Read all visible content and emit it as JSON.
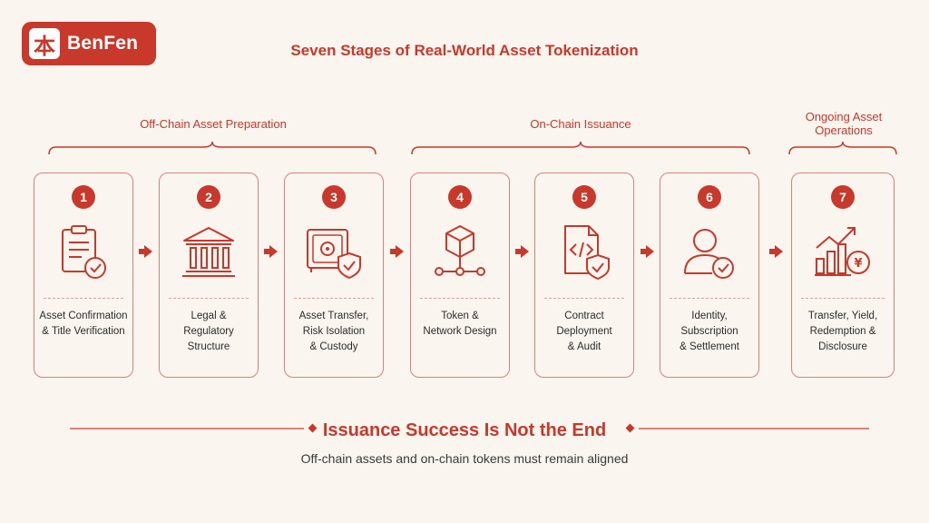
{
  "brand": {
    "mark": "本",
    "name": "BenFen"
  },
  "title": "Seven Stages of Real-World Asset Tokenization",
  "groups": [
    {
      "label": "Off-Chain Asset Preparation"
    },
    {
      "label": "On-Chain Issuance"
    },
    {
      "label": "Ongoing Asset\nOperations"
    }
  ],
  "steps": [
    {
      "number": "1",
      "label": "Asset Confirmation\n& Title Verification",
      "icon": "clipboard-check-icon"
    },
    {
      "number": "2",
      "label": "Legal &\nRegulatory Structure",
      "icon": "courthouse-icon"
    },
    {
      "number": "3",
      "label": "Asset Transfer,\nRisk Isolation\n& Custody",
      "icon": "safe-shield-icon"
    },
    {
      "number": "4",
      "label": "Token &\nNetwork Design",
      "icon": "cube-network-icon"
    },
    {
      "number": "5",
      "label": "Contract Deployment\n& Audit",
      "icon": "code-document-shield-icon"
    },
    {
      "number": "6",
      "label": "Identity, Subscription\n& Settlement",
      "icon": "user-check-icon"
    },
    {
      "number": "7",
      "label": "Transfer, Yield,\nRedemption & Disclosure",
      "icon": "growth-chart-yen-icon"
    }
  ],
  "footer": {
    "title": "Issuance Success Is Not the End",
    "subtitle": "Off-chain assets and on-chain tokens must remain aligned"
  },
  "colors": {
    "accent": "#c8392b",
    "border": "#d9837a",
    "background": "#fbf5f0"
  }
}
